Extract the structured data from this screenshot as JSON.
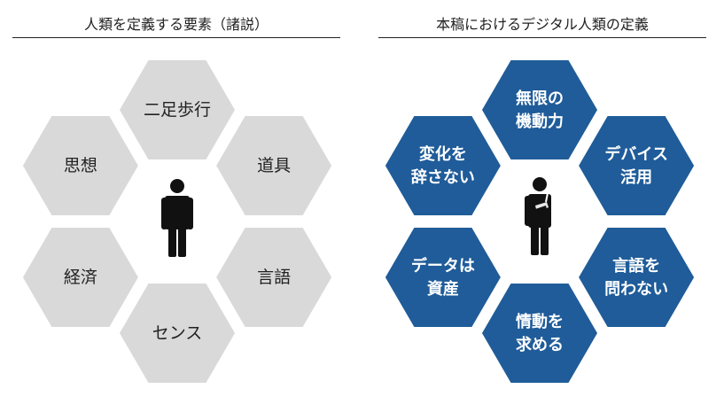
{
  "left": {
    "title": "人類を定義する要素（諸説）",
    "hex_color": "#d9d9d9",
    "items": [
      {
        "lines": [
          "二足歩行"
        ]
      },
      {
        "lines": [
          "道具"
        ]
      },
      {
        "lines": [
          "言語"
        ]
      },
      {
        "lines": [
          "センス"
        ]
      },
      {
        "lines": [
          "経済"
        ]
      },
      {
        "lines": [
          "思想"
        ]
      }
    ]
  },
  "right": {
    "title": "本稿におけるデジタル人類の定義",
    "hex_color": "#1f5c99",
    "items": [
      {
        "lines": [
          "無限の",
          "機動力"
        ]
      },
      {
        "lines": [
          "デバイス",
          "活用"
        ]
      },
      {
        "lines": [
          "言語を",
          "問わない"
        ]
      },
      {
        "lines": [
          "情動を",
          "求める"
        ]
      },
      {
        "lines": [
          "データは",
          "資産"
        ]
      },
      {
        "lines": [
          "変化を",
          "辞さない"
        ]
      }
    ]
  },
  "icons": {
    "left_center": "person-standing-icon",
    "right_center": "person-thinking-icon"
  }
}
